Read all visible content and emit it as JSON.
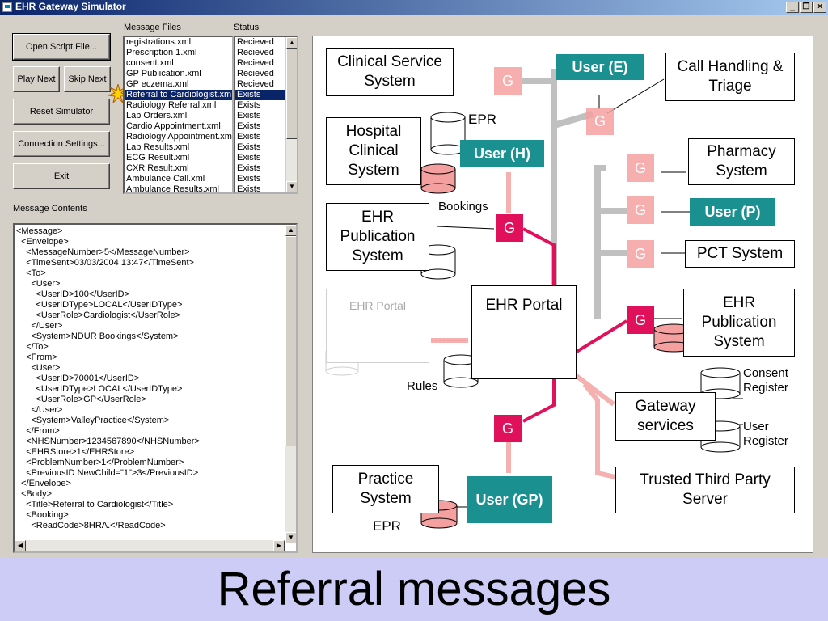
{
  "window": {
    "title": "EHR Gateway Simulator"
  },
  "window_buttons": {
    "minimize": "_",
    "restore": "❐",
    "close": "×"
  },
  "labels": {
    "message_files": "Message Files",
    "status": "Status",
    "message_contents": "Message Contents"
  },
  "buttons": {
    "open_script": "Open Script File...",
    "play_next": "Play Next",
    "skip_next": "Skip Next",
    "reset": "Reset Simulator",
    "connection": "Connection Settings...",
    "exit": "Exit"
  },
  "message_files": [
    "registrations.xml",
    "Prescription 1.xml",
    "consent.xml",
    "GP Publication.xml",
    "GP eczema.xml",
    "Referral to Cardiologist.xml",
    "Radiology Referral.xml",
    "Lab Orders.xml",
    "Cardio Appointment.xml",
    "Radiology Appointment.xml",
    "Lab Results.xml",
    "ECG Result.xml",
    "CXR Result.xml",
    "Ambulance Call.xml",
    "Ambulance Results.xml"
  ],
  "statuses": [
    "Recieved",
    "Recieved",
    "Recieved",
    "Recieved",
    "Recieved",
    "Exists",
    "Exists",
    "Exists",
    "Exists",
    "Exists",
    "Exists",
    "Exists",
    "Exists",
    "Exists",
    "Exists"
  ],
  "selected_index": 5,
  "xml_lines": [
    "<Message>",
    "  <Envelope>",
    "    <MessageNumber>5</MessageNumber>",
    "    <TimeSent>03/03/2004 13:47</TimeSent>",
    "    <To>",
    "      <User>",
    "        <UserID>100</UserID>",
    "        <UserIDType>LOCAL</UserIDType>",
    "        <UserRole>Cardiologist</UserRole>",
    "      </User>",
    "      <System>NDUR Bookings</System>",
    "    </To>",
    "    <From>",
    "      <User>",
    "        <UserID>70001</UserID>",
    "        <UserIDType>LOCAL</UserIDType>",
    "        <UserRole>GP</UserRole>",
    "      </User>",
    "      <System>ValleyPractice</System>",
    "    </From>",
    "    <NHSNumber>1234567890</NHSNumber>",
    "    <EHRStore>1</EHRStore>",
    "    <ProblemNumber>1</ProblemNumber>",
    "    <PreviousID NewChild=\"1\">3</PreviousID>",
    "  </Envelope>",
    "  <Body>",
    "    <Title>Referral to Cardiologist</Title>",
    "    <Booking>",
    "      <ReadCode>8HRA.</ReadCode>"
  ],
  "diagram": {
    "clinical_service": "Clinical Service System",
    "hospital_clinical": "Hospital Clinical System",
    "epr_top": "EPR",
    "bookings": "Bookings",
    "ehr_pub_left": "EHR Publication System",
    "ehr_portal_faint": "EHR Portal",
    "ehr_portal": "EHR Portal",
    "rules": "Rules",
    "practice": "Practice System",
    "epr_bottom": "EPR",
    "user_e": "User (E)",
    "user_h": "User (H)",
    "user_p": "User (P)",
    "user_gp": "User (GP)",
    "call_handling": "Call Handling & Triage",
    "pharmacy": "Pharmacy System",
    "pct": "PCT System",
    "ehr_pub_right": "EHR Publication System",
    "gateway_services": "Gateway services",
    "consent_register": "Consent Register",
    "user_register": "User Register",
    "trusted_third_party": "Trusted Third Party Server",
    "gateway_label": "G"
  },
  "footer": {
    "caption": "Referral messages"
  },
  "colors": {
    "teal": "#1a9090",
    "magenta": "#e0105a",
    "pink": "#f5a0a0",
    "grey_line": "#c0c0c0",
    "title_blue": "#0a246a"
  }
}
